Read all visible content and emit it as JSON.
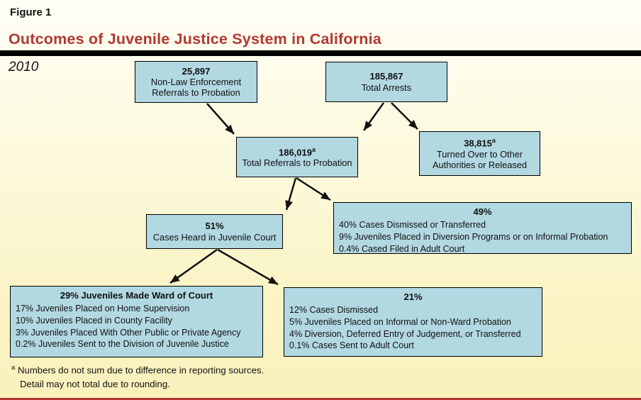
{
  "figure_label": "Figure 1",
  "title": "Outcomes of Juvenile Justice System in California",
  "year": "2010",
  "colors": {
    "title": "#b2382f",
    "box_fill": "#b2d8e2",
    "box_border": "#000000",
    "header_rule": "#000000",
    "bottom_rule": "#b03a32",
    "bg_top": "#fffef6",
    "bg_bottom": "#f9f2bc",
    "text": "#111111",
    "arrow": "#111111"
  },
  "boxes": {
    "nonlaw": {
      "value": "25,897",
      "label": "Non-Law Enforcement Referrals to Probation"
    },
    "arrests": {
      "value": "185,867",
      "label": "Total Arrests"
    },
    "referral": {
      "value": "186,019",
      "sup": "a",
      "label": "Total Referrals to Probation"
    },
    "turned": {
      "value": "38,815",
      "sup": "a",
      "label": "Turned Over to Other Authorities or Released"
    },
    "heard": {
      "value": "51%",
      "label": "Cases Heard in Juvenile Court"
    },
    "d49": {
      "heading": "49%",
      "details": [
        "40% Cases Dismissed or Transferred",
        "9% Juveniles Placed in Diversion Programs or on Informal Probation",
        "0.4% Cased Filed in Adult Court"
      ]
    },
    "d29": {
      "heading": "29% Juveniles Made Ward of Court",
      "details": [
        "17% Juveniles Placed on Home Supervision",
        "10% Juveniles Placed in County Facility",
        "3% Juveniles Placed With Other Public or Private Agency",
        "0.2% Juveniles Sent to the Division of Juvenile Justice"
      ]
    },
    "d21": {
      "heading": "21%",
      "details": [
        "12% Cases Dismissed",
        "5% Juveniles Placed on Informal or Non-Ward Probation",
        "4% Diversion, Deferred Entry of Judgement, or Transferred",
        "0.1% Cases Sent to Adult Court"
      ]
    }
  },
  "footnote": {
    "marker": "a",
    "line1": "Numbers do not sum due to difference in reporting sources.",
    "line2": "Detail may not total due to rounding."
  }
}
